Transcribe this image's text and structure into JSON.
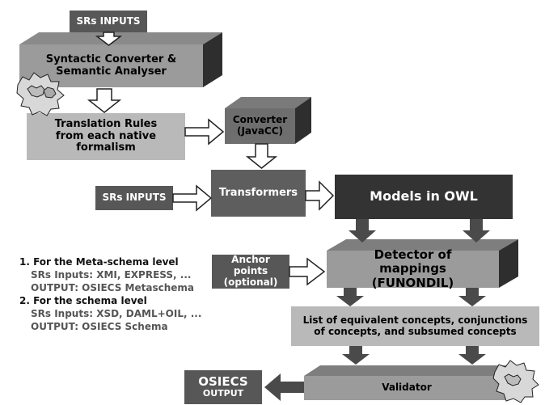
{
  "srs_inputs_top": "SRs INPUTS",
  "syntactic_converter": "Syntactic Converter & Semantic Analyser",
  "translation_rules": "Translation Rules from each native formalism",
  "converter": "Converter (JavaCC)",
  "srs_inputs_mid": "SRs INPUTS",
  "transformers": "Transformers",
  "models_owl": "Models in OWL",
  "anchor_points": "Anchor points (optional)",
  "detector": "Detector of mappings (FUNONDIL)",
  "list_concepts": "List of equivalent concepts, conjunctions of concepts, and subsumed concepts",
  "validator": "Validator",
  "osiecs_output_title": "OSIECS",
  "osiecs_output_sub": "OUTPUT",
  "notes": {
    "meta_title": "1. For the Meta-schema level",
    "meta_inputs": "SRs Inputs: XMI, EXPRESS, ...",
    "meta_output": "OUTPUT: OSIECS Metaschema",
    "schema_title": "2. For the schema level",
    "schema_inputs": "SRs Inputs: XSD, DAML+OIL, ...",
    "schema_output": "OUTPUT: OSIECS Schema"
  },
  "colors": {
    "dark_box": "#575757",
    "mid_box": "#999999",
    "light_box": "#b9b9b9",
    "black_box": "#333333",
    "shadow": "#1a1a1a"
  }
}
